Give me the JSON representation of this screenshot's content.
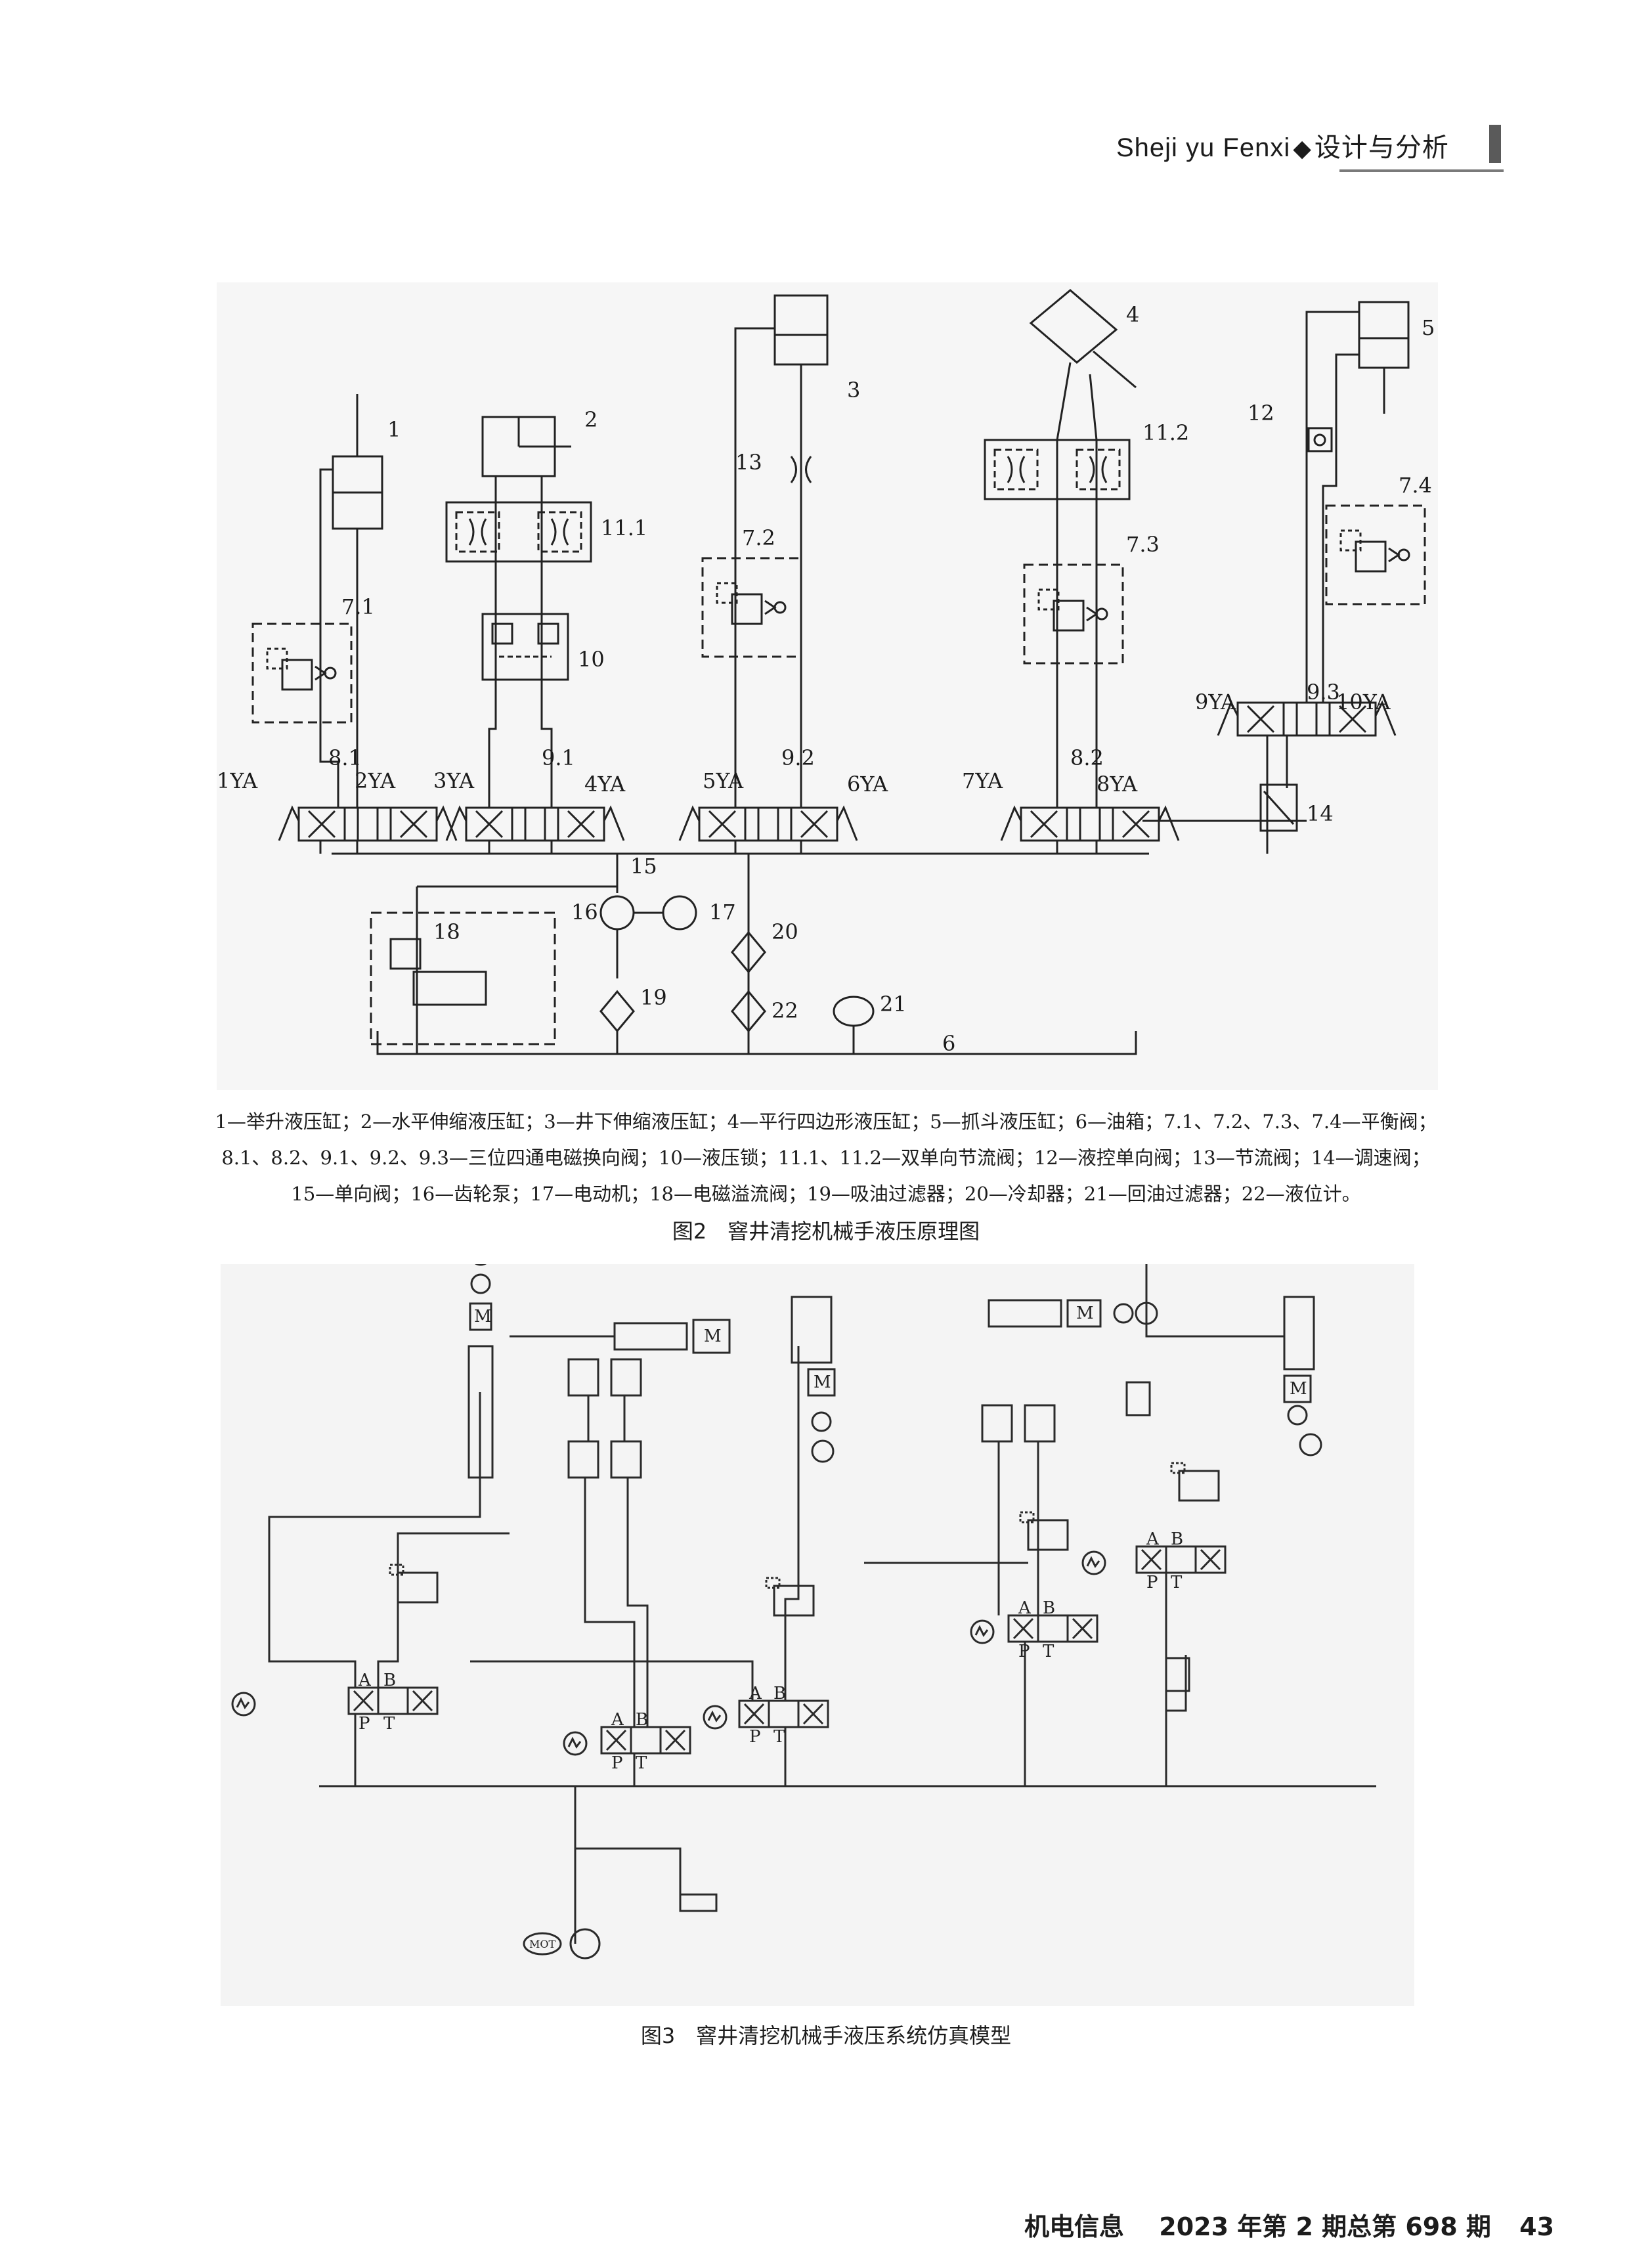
{
  "header": {
    "journal_section_pinyin": "Sheji  yu Fenxi",
    "separator": "◆",
    "journal_section": "设计与分析"
  },
  "figure2": {
    "labels": {
      "c1": "1",
      "c2": "2",
      "c3": "3",
      "c4": "4",
      "c5": "5",
      "v71": "7.1",
      "v72": "7.2",
      "v73": "7.3",
      "v74": "7.4",
      "v111": "11.1",
      "v112": "11.2",
      "v10": "10",
      "v12": "12",
      "v13": "13",
      "v14": "14",
      "d81": "8.1",
      "d91": "9.1",
      "d92": "9.2",
      "d82": "8.2",
      "d93": "9.3",
      "ya1": "1YA",
      "ya2": "2YA",
      "ya3": "3YA",
      "ya4": "4YA",
      "ya5": "5YA",
      "ya6": "6YA",
      "ya7": "7YA",
      "ya8": "8YA",
      "ya9": "9YA",
      "ya10": "10YA",
      "p15": "15",
      "p16": "16",
      "p17": "17",
      "p18": "18",
      "p19": "19",
      "p20": "20",
      "p21": "21",
      "p22": "22",
      "p6": "6"
    },
    "legend": [
      "1—举升液压缸；2—水平伸缩液压缸；3—井下伸缩液压缸；4—平行四边形液压缸；5—抓斗液压缸；6—油箱；7.1、7.2、7.3、7.4—平衡阀；",
      "8.1、8.2、9.1、9.2、9.3—三位四通电磁换向阀；10—液压锁；11.1、11.2—双单向节流阀；12—液控单向阀；13—节流阀；14—调速阀；",
      "15—单向阀；16—齿轮泵；17—电动机；18—电磁溢流阀；19—吸油过滤器；20—冷却器；21—回油过滤器；22—液位计。"
    ],
    "caption": "图2　窨井清挖机械手液压原理图"
  },
  "figure3": {
    "labels": {
      "a": "A",
      "b": "B",
      "p": "P",
      "t": "T",
      "m": "M",
      "mot": "MOT"
    },
    "caption": "图3　窨井清挖机械手液压系统仿真模型"
  },
  "footer": {
    "journal": "机电信息",
    "issue": "2023 年第 2 期总第 698 期",
    "page": "43"
  }
}
